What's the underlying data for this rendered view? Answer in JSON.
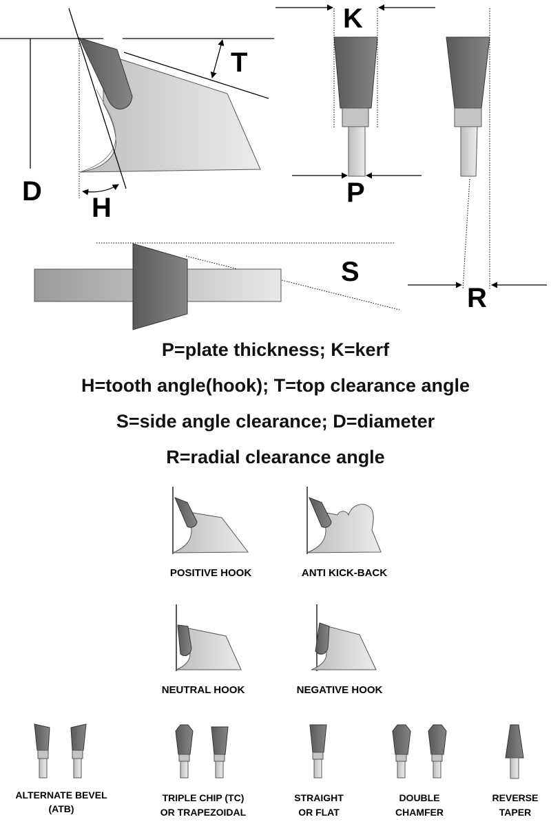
{
  "letters": {
    "K": "K",
    "T": "T",
    "D": "D",
    "H": "H",
    "P": "P",
    "S": "S",
    "R": "R"
  },
  "legend": [
    "P=plate thickness; K=kerf",
    "H=tooth angle(hook); T=top clearance angle",
    "S=side angle clearance; D=diameter",
    "R=radial clearance angle"
  ],
  "hook_types": {
    "positive": "POSITIVE HOOK",
    "anti_kickback": "ANTI KICK-BACK",
    "neutral": "NEUTRAL HOOK",
    "negative": "NEGATIVE HOOK"
  },
  "grinds": {
    "atb": [
      "ALTERNATE BEVEL",
      "(ATB)"
    ],
    "tc": [
      "TRIPLE CHIP (TC)",
      "OR TRAPEZOIDAL"
    ],
    "flat": [
      "STRAIGHT",
      "OR FLAT"
    ],
    "chamfer": [
      "DOUBLE",
      "CHAMFER"
    ],
    "reverse": [
      "REVERSE",
      "TAPER"
    ]
  }
}
